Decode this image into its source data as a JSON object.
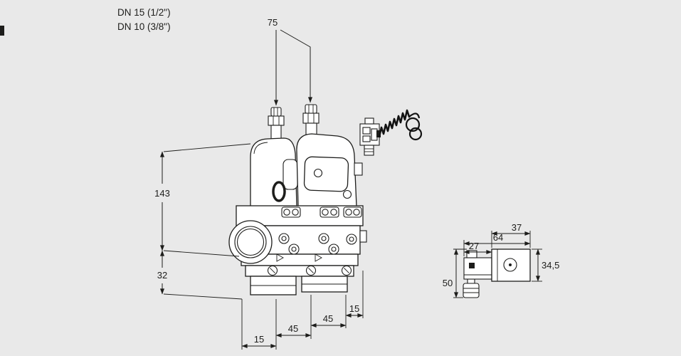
{
  "drawing": {
    "title_line1": "DN 15 (1/2\")",
    "title_line2": "DN 10 (3/8\")",
    "front": {
      "stem_spacing": "75",
      "total_height": "143",
      "flange_height": "32",
      "bottom_dims": [
        "15",
        "45",
        "45",
        "15"
      ]
    },
    "side": {
      "width_left": "27",
      "width_right": "37",
      "width_total": "64",
      "height_body": "34,5",
      "height_total": "50"
    },
    "colors": {
      "background": "#e9e9e9",
      "line": "#1d1d1b",
      "fill": "#ffffff"
    }
  }
}
